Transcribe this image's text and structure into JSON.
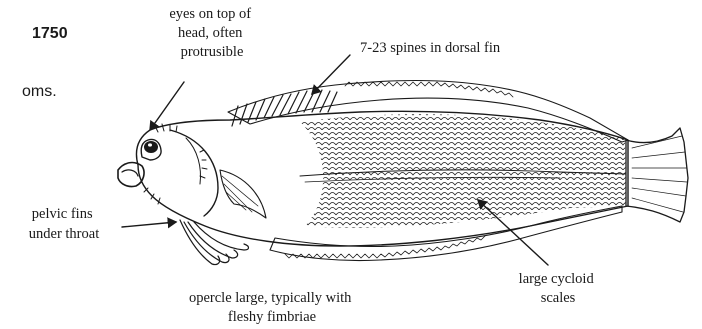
{
  "cropped_text": {
    "line1": "1750",
    "line2": "oms."
  },
  "labels": {
    "eyes": [
      "eyes on top of",
      "head, often",
      "protrusible"
    ],
    "dorsal": [
      "7-23 spines in dorsal fin"
    ],
    "pelvic": [
      "pelvic fins",
      "under throat"
    ],
    "scales": [
      "large cycloid",
      "scales"
    ],
    "opercle": [
      "opercle large, typically with",
      "fleshy fimbriae"
    ]
  }
}
